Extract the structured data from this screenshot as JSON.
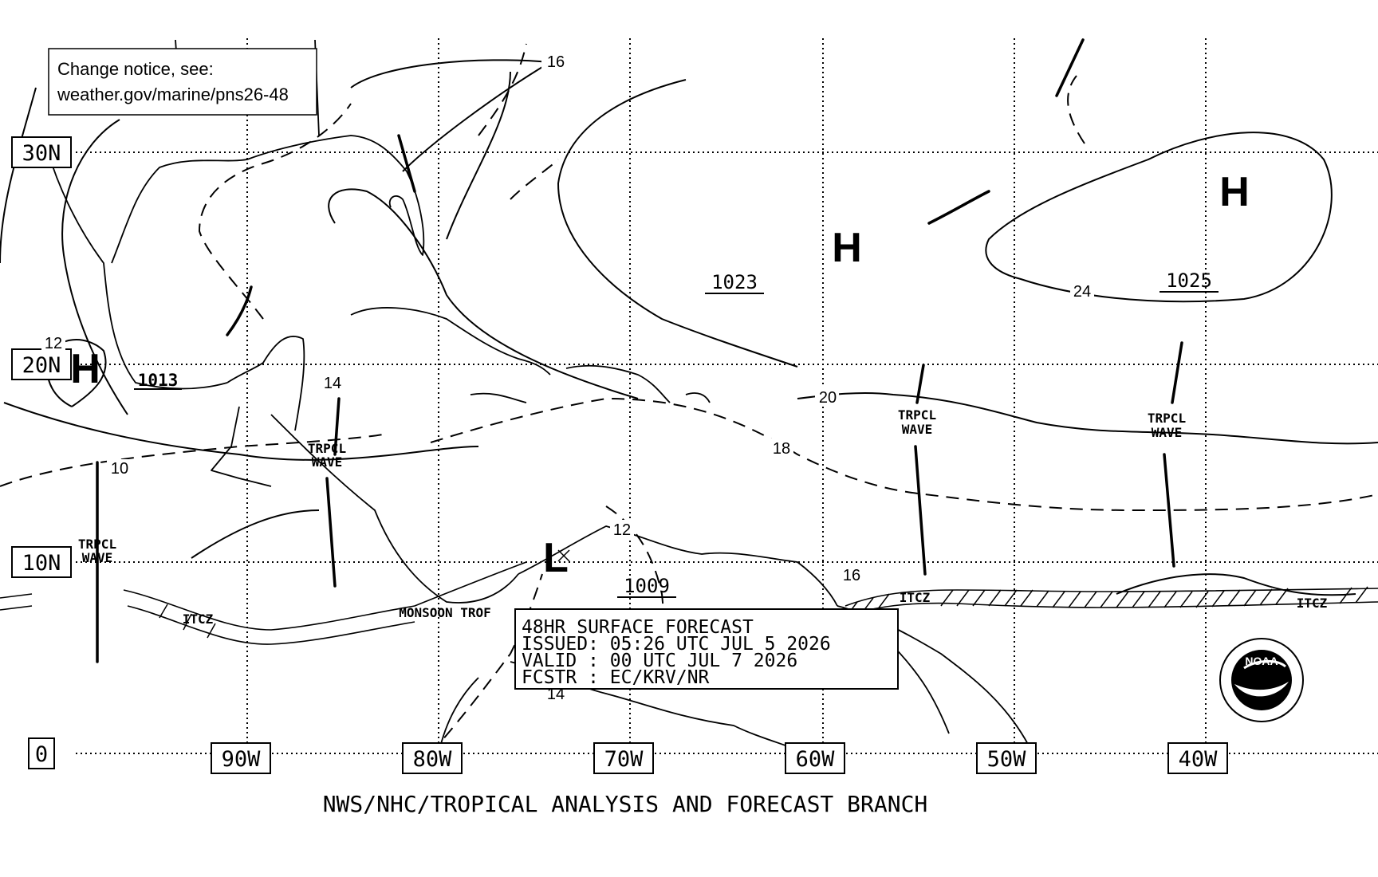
{
  "notice": {
    "line1": "Change notice, see:",
    "line2": "weather.gov/marine/pns26-48"
  },
  "lat_labels": [
    "30N",
    "20N",
    "10N",
    "0"
  ],
  "lon_labels": [
    "90W",
    "80W",
    "70W",
    "60W",
    "50W",
    "40W"
  ],
  "highs": [
    "H",
    "H",
    "H"
  ],
  "lows": [
    "L"
  ],
  "pressures": [
    "1013",
    "1023",
    "1025",
    "1009"
  ],
  "isobar_labels": [
    "16",
    "12",
    "14",
    "10",
    "20",
    "18",
    "24",
    "12",
    "16",
    "14"
  ],
  "features": {
    "wave": "TRPCL WAVE",
    "wave_line1": "TRPCL",
    "wave_line2": "WAVE",
    "itcz": "ITCZ",
    "monsoon": "MONSOON TROF"
  },
  "forecast": {
    "line1": "48HR SURFACE FORECAST",
    "line2": "ISSUED: 05:26 UTC JUL 5 2026",
    "line3": "VALID : 00 UTC JUL 7 2026",
    "line4": "FCSTR : EC/KRV/NR"
  },
  "footer": "NWS/NHC/TROPICAL ANALYSIS AND FORECAST BRANCH",
  "logo": {
    "text": "NOAA",
    "icon": "noaa-logo-icon"
  },
  "colors": {
    "ink": "#000000",
    "background": "#ffffff"
  }
}
